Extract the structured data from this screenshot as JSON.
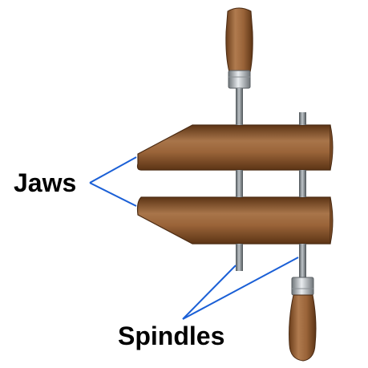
{
  "labels": {
    "jaws": "Jaws",
    "spindles": "Spindles"
  },
  "colors": {
    "wood_light": "#a8754a",
    "wood_mid": "#8a5530",
    "wood_dark": "#5c3415",
    "wood_edge": "#4a2a12",
    "metal_light": "#e8ecef",
    "metal_dark": "#6f7579",
    "leader_line": "#1a5fd6",
    "text": "#000000"
  },
  "parts": {
    "jaw_count": 2,
    "spindle_count": 2,
    "handle_count": 2
  }
}
